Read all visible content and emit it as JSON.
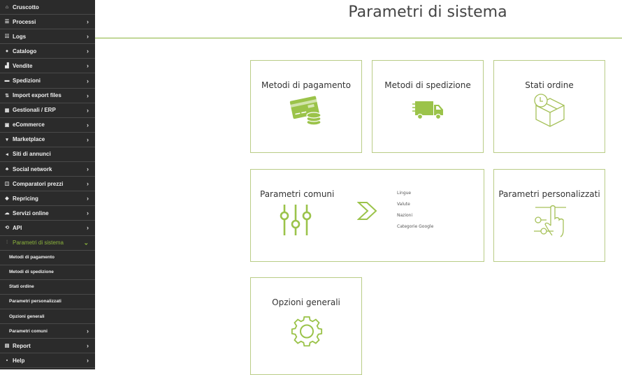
{
  "sidebar": {
    "items": [
      {
        "label": "Cruscotto",
        "icon": "home-icon",
        "glyph": "⌂",
        "has_chevron": false
      },
      {
        "label": "Processi",
        "icon": "process-icon",
        "glyph": "☰",
        "has_chevron": true
      },
      {
        "label": "Logs",
        "icon": "logs-icon",
        "glyph": "☷",
        "has_chevron": true
      },
      {
        "label": "Catalogo",
        "icon": "catalog-icon",
        "glyph": "●",
        "has_chevron": true
      },
      {
        "label": "Vendite",
        "icon": "chart-icon",
        "glyph": "▟",
        "has_chevron": true
      },
      {
        "label": "Spedizioni",
        "icon": "truck-icon",
        "glyph": "▬",
        "has_chevron": true
      },
      {
        "label": "Import export files",
        "icon": "import-export-icon",
        "glyph": "⇅",
        "has_chevron": true
      },
      {
        "label": "Gestionali / ERP",
        "icon": "erp-icon",
        "glyph": "▦",
        "has_chevron": true
      },
      {
        "label": "eCommerce",
        "icon": "cart-icon",
        "glyph": "▣",
        "has_chevron": true
      },
      {
        "label": "Marketplace",
        "icon": "shopping-cart-icon",
        "glyph": "▾",
        "has_chevron": true
      },
      {
        "label": "Siti di annunci",
        "icon": "megaphone-icon",
        "glyph": "◂",
        "has_chevron": false
      },
      {
        "label": "Social network",
        "icon": "users-icon",
        "glyph": "♣",
        "has_chevron": true
      },
      {
        "label": "Comparatori prezzi",
        "icon": "compare-icon",
        "glyph": "◫",
        "has_chevron": true
      },
      {
        "label": "Repricing",
        "icon": "tag-icon",
        "glyph": "◆",
        "has_chevron": true
      },
      {
        "label": "Servizi online",
        "icon": "cloud-icon",
        "glyph": "☁",
        "has_chevron": true
      },
      {
        "label": "API",
        "icon": "api-icon",
        "glyph": "⟲",
        "has_chevron": true
      },
      {
        "label": "Parametri di sistema",
        "icon": "sliders-icon",
        "glyph": "⫶",
        "has_chevron": true,
        "active": true,
        "expanded": true
      }
    ],
    "subitems": [
      {
        "label": "Metodi di pagamento",
        "has_chevron": false
      },
      {
        "label": "Metodi di spedizione",
        "has_chevron": false
      },
      {
        "label": "Stati ordine",
        "has_chevron": false
      },
      {
        "label": "Parametri personalizzati",
        "has_chevron": false
      },
      {
        "label": "Opzioni generali",
        "has_chevron": false
      },
      {
        "label": "Parametri comuni",
        "has_chevron": true
      }
    ],
    "bottom_items": [
      {
        "label": "Report",
        "icon": "report-icon",
        "glyph": "▤",
        "has_chevron": true
      },
      {
        "label": "Help",
        "icon": "help-icon",
        "glyph": "▪",
        "has_chevron": true
      }
    ]
  },
  "main": {
    "title": "Parametri di sistema",
    "cards": {
      "pagamento": {
        "title": "Metodi di pagamento",
        "icon": "credit-card-coins-icon"
      },
      "spedizione": {
        "title": "Metodi di spedizione",
        "icon": "truck-icon"
      },
      "stati": {
        "title": "Stati ordine",
        "icon": "box-clock-icon"
      },
      "comuni": {
        "title": "Parametri comuni",
        "icon": "sliders-icon",
        "links": [
          "Lingue",
          "Valute",
          "Nazioni",
          "Categorie Google"
        ]
      },
      "personalizzati": {
        "title": "Parametri personalizzati",
        "icon": "hand-touch-icon"
      },
      "opzioni": {
        "title": "Opzioni generali",
        "icon": "gear-icon"
      }
    }
  },
  "colors": {
    "accent": "#8cb43c",
    "sidebar_bg": "#2b2b2b",
    "card_border": "#b9cc86"
  }
}
